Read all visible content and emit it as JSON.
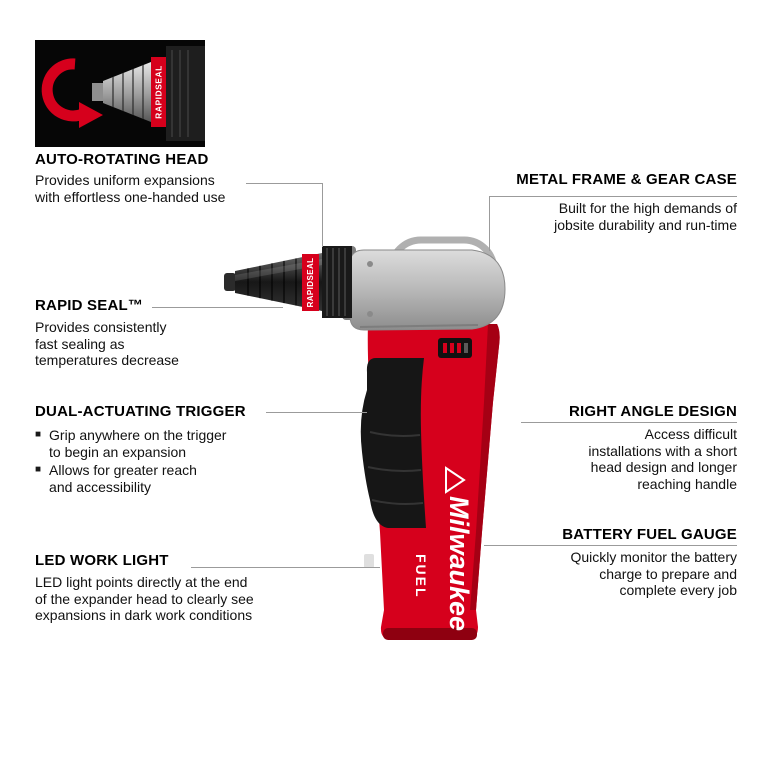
{
  "colors": {
    "brand_red": "#d6001c",
    "callout_line_gray": "#9b9b9b",
    "text_black": "#000000"
  },
  "glyphs": {
    "bullet": "■"
  },
  "inset": {
    "band_text": "RAPIDSEAL"
  },
  "product": {
    "brand": "Milwaukee",
    "series_label": "FUEL",
    "head_band_text": "RAPIDSEAL"
  },
  "callouts": {
    "auto_rotating_head": {
      "title": "AUTO-ROTATING HEAD",
      "body": "Provides uniform expansions\nwith effortless one-handed use"
    },
    "metal_frame_gear_case": {
      "title": "METAL FRAME & GEAR CASE",
      "body": "Built for the high demands of\njobsite durability and run-time"
    },
    "rapid_seal": {
      "title": "RAPID SEAL™",
      "body": "Provides consistently\nfast sealing as\ntemperatures decrease"
    },
    "dual_actuating_trigger": {
      "title": "DUAL-ACTUATING TRIGGER",
      "bullets": [
        "Grip anywhere on the trigger\nto begin an expansion",
        "Allows for greater reach\nand accessibility"
      ]
    },
    "right_angle_design": {
      "title": "RIGHT ANGLE DESIGN",
      "body": "Access difficult\ninstallations with a short\nhead design and longer\nreaching handle"
    },
    "battery_fuel_gauge": {
      "title": "BATTERY FUEL GAUGE",
      "body": "Quickly monitor the battery\ncharge to prepare and\ncomplete every job"
    },
    "led_work_light": {
      "title": "LED WORK LIGHT",
      "body": "LED light points directly at the end\nof the expander head to clearly see\nexpansions in dark work conditions"
    }
  }
}
